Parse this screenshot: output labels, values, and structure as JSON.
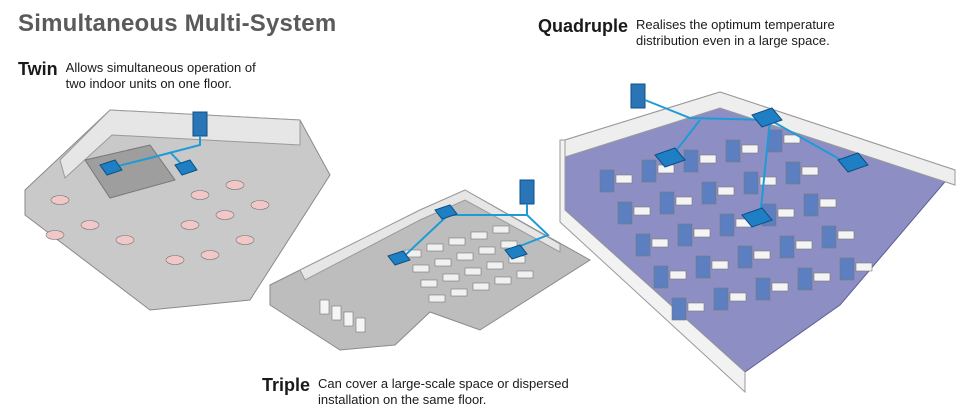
{
  "title": "Simultaneous Multi-System",
  "systems": {
    "twin": {
      "name": "Twin",
      "desc_line1": "Allows simultaneous operation of",
      "desc_line2": "two indoor units on one floor."
    },
    "triple": {
      "name": "Triple",
      "desc_line1": "Can cover a large-scale space or dispersed",
      "desc_line2": "installation on the same floor."
    },
    "quadruple": {
      "name": "Quadruple",
      "desc_line1": "Realises the optimum temperature",
      "desc_line2": "distribution even in a large space."
    }
  },
  "colors": {
    "pipe": "#1e9bd7",
    "unit": "#1f7fc4",
    "outdoor_unit": "#2a74b8",
    "floor_twin": "#c9c9c9",
    "floor_triple": "#bdbdbd",
    "floor_quad": "#8d8fc4",
    "partition": "#5b7fc0"
  }
}
